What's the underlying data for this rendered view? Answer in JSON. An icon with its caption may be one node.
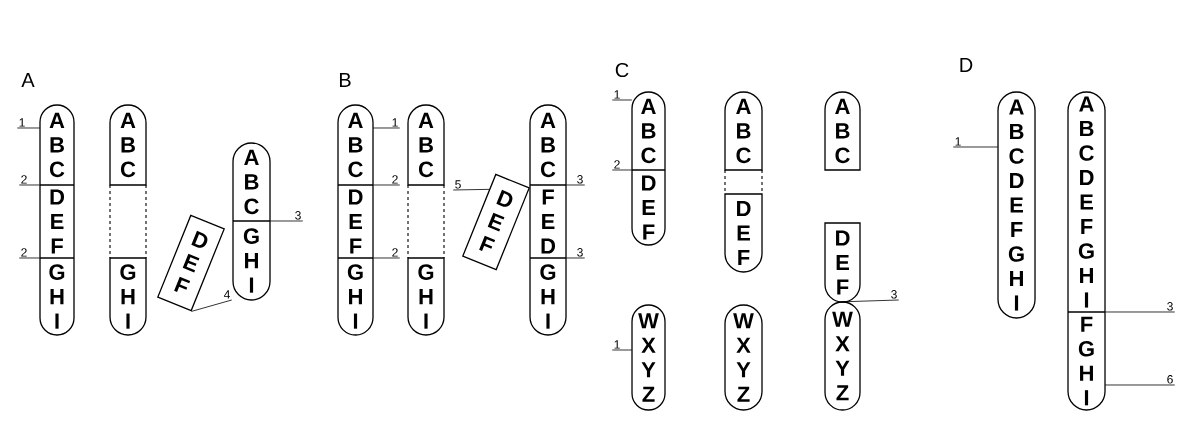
{
  "diagram": {
    "nodes": [
      {
        "text": [
          "A B C",
          "D E F",
          "G H I"
        ]
      },
      {
        "text": [
          "A B C",
          "G H I"
        ]
      },
      {
        "text": [
          "D E F"
        ]
      },
      {
        "text": [
          "A B C",
          "G H I"
        ]
      },
      {
        "text": [
          "1"
        ]
      },
      {
        "text": [
          "2"
        ]
      },
      {
        "text": [
          "2"
        ]
      },
      {
        "text": [
          "3"
        ]
      },
      {
        "text": [
          "4"
        ]
      },
      {
        "text": [
          "A B C",
          "D E F",
          "G H I"
        ]
      },
      {
        "text": [
          "A B C",
          "G H I"
        ]
      },
      {
        "text": [
          "D E F"
        ]
      },
      {
        "text": [
          "A B C",
          "F E D",
          "G H I"
        ]
      },
      {
        "text": [
          "1"
        ]
      },
      {
        "text": [
          "2"
        ]
      },
      {
        "text": [
          "2"
        ]
      },
      {
        "text": [
          "5"
        ]
      },
      {
        "text": [
          "3"
        ]
      },
      {
        "text": [
          "3"
        ]
      },
      {
        "text": [
          "A B C",
          "D E F"
        ]
      },
      {
        "text": [
          "A B C",
          "D E F"
        ]
      },
      {
        "text": [
          "A B C"
        ]
      },
      {
        "text": [
          "D E F"
        ]
      },
      {
        "text": [
          "W X Y Z"
        ]
      },
      {
        "text": [
          "W X Y Z"
        ]
      },
      {
        "text": [
          "W X Y Z"
        ]
      },
      {
        "text": [
          "1"
        ]
      },
      {
        "text": [
          "2"
        ]
      },
      {
        "text": [
          "1"
        ]
      },
      {
        "text": [
          "3"
        ]
      },
      {
        "text": [
          "A B C D E F G H I"
        ]
      },
      {
        "text": [
          "A B C D E F G H I",
          "F G H I"
        ]
      },
      {
        "text": [
          "1"
        ]
      },
      {
        "text": [
          "3"
        ]
      },
      {
        "text": [
          "6"
        ]
      }
    ],
    "edges": [
      {
        "from": 4,
        "to": 0,
        "arrow": "none"
      },
      {
        "from": 5,
        "to": 0,
        "arrow": "none"
      },
      {
        "from": 6,
        "to": 0,
        "arrow": "none"
      },
      {
        "from": 7,
        "to": 3,
        "arrow": "none"
      },
      {
        "from": 8,
        "to": 2,
        "arrow": "none"
      },
      {
        "from": 13,
        "to": 9,
        "arrow": "none"
      },
      {
        "from": 14,
        "to": 9,
        "arrow": "none"
      },
      {
        "from": 15,
        "to": 9,
        "arrow": "none"
      },
      {
        "from": 16,
        "to": 11,
        "arrow": "none"
      },
      {
        "from": 17,
        "to": 12,
        "arrow": "none"
      },
      {
        "from": 18,
        "to": 12,
        "arrow": "none"
      },
      {
        "from": 26,
        "to": 19,
        "arrow": "none"
      },
      {
        "from": 27,
        "to": 19,
        "arrow": "none"
      },
      {
        "from": 28,
        "to": 23,
        "arrow": "none"
      },
      {
        "from": 29,
        "to": 25,
        "arrow": "none"
      },
      {
        "from": 32,
        "to": 30,
        "arrow": "none"
      },
      {
        "from": 33,
        "to": 31,
        "arrow": "none"
      },
      {
        "from": 34,
        "to": 31,
        "arrow": "none"
      }
    ],
    "labels": [
      "A",
      "B",
      "C",
      "D"
    ]
  }
}
